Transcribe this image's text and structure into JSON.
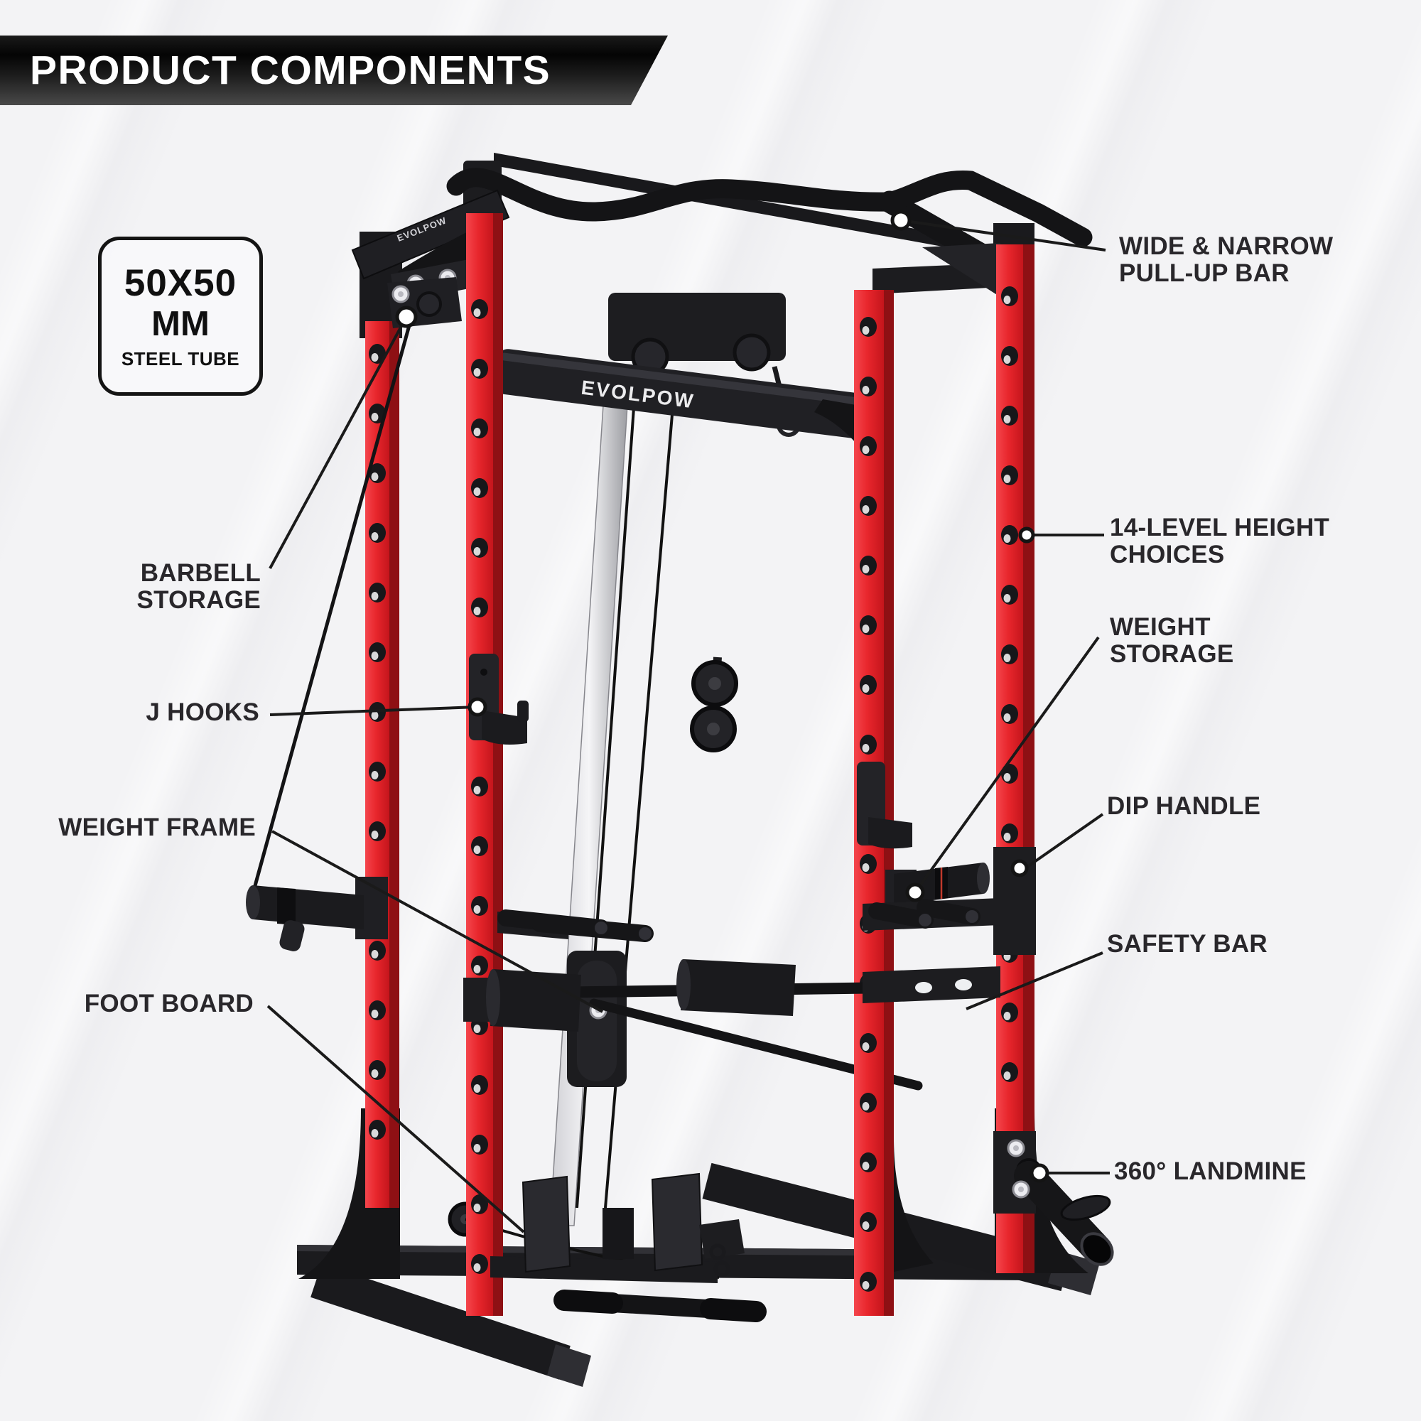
{
  "page": {
    "title": "PRODUCT COMPONENTS"
  },
  "badge": {
    "size": "50X50",
    "unit": "MM",
    "material": "STEEL TUBE"
  },
  "brand": "EVOLPOW",
  "callouts": {
    "pullup_bar": "WIDE & NARROW\nPULL-UP BAR",
    "height_choices": "14-LEVEL HEIGHT\nCHOICES",
    "weight_storage": "WEIGHT\nSTORAGE",
    "dip_handle": "DIP HANDLE",
    "safety_bar": "SAFETY BAR",
    "landmine": "360° LANDMINE",
    "barbell_storage": "BARBELL\nSTORAGE",
    "j_hooks": "J HOOKS",
    "weight_frame": "WEIGHT FRAME",
    "foot_board": "FOOT BOARD"
  },
  "colors": {
    "accent_red": "#e8262c",
    "dark_red": "#8e1014",
    "metal_black": "#1a1a1d",
    "label_text": "#29272b",
    "background": "#f3f3f5",
    "banner_text": "#ffffff",
    "callout_line": "#1a1a1a"
  }
}
